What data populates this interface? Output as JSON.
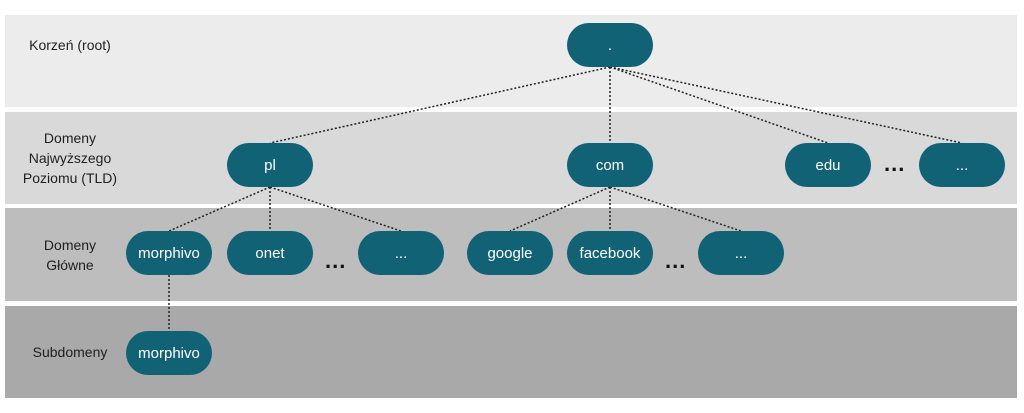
{
  "bands": {
    "root": "Korzeń (root)",
    "tld": "Domeny\nNajwyższego\nPoziomu (TLD)",
    "main": "Domeny\nGłówne",
    "sub": "Subdomeny"
  },
  "nodes": {
    "root": ".",
    "pl": "pl",
    "com": "com",
    "edu": "edu",
    "tld_more": "...",
    "morphivo": "morphivo",
    "onet": "onet",
    "pl_more": "...",
    "google": "google",
    "facebook": "facebook",
    "com_more": "...",
    "sub_morphivo": "morphivo"
  },
  "ellipses": {
    "tld": "...",
    "pl_children": "...",
    "com_children": "..."
  },
  "colors": {
    "node_fill": "#126275",
    "node_text": "#ffffff",
    "edge": "#222222"
  }
}
